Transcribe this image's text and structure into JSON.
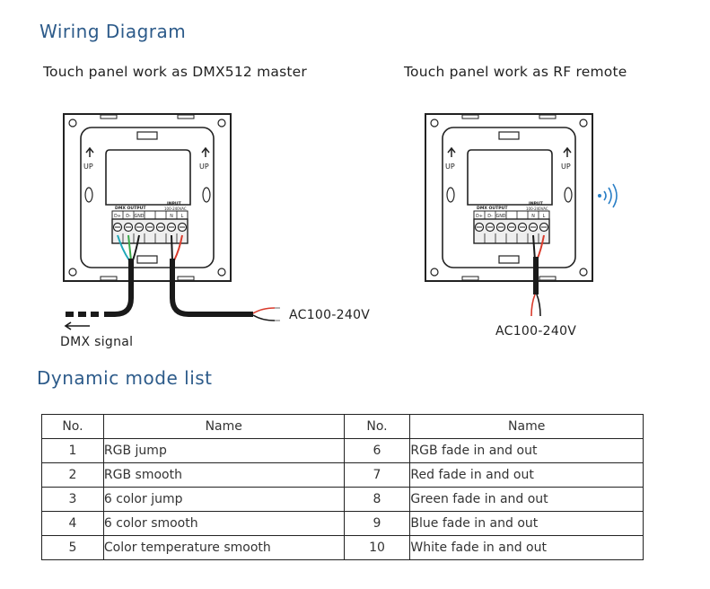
{
  "wiring": {
    "title": "Wiring Diagram",
    "left": {
      "caption": "Touch panel work as DMX512 master",
      "dmx_label": "DMX signal",
      "ac_label": "AC100-240V",
      "output_label": "DMX OUTPUT",
      "input_label": "INPUT",
      "input_voltage": "100-240VAC",
      "terminals": [
        "D+",
        "D-",
        "GND",
        "",
        "",
        "N",
        "L"
      ],
      "up_label": "UP"
    },
    "right": {
      "caption": "Touch panel work as RF remote",
      "ac_label": "AC100-240V",
      "output_label": "DMX OUTPUT",
      "input_label": "INPUT",
      "input_voltage": "100-240VAC",
      "terminals": [
        "D+",
        "D-",
        "GND",
        "",
        "",
        "N",
        "L"
      ],
      "up_label": "UP"
    }
  },
  "modes": {
    "title": "Dynamic mode list",
    "headers": {
      "no": "No.",
      "name": "Name",
      "no2": "No.",
      "name2": "Name"
    },
    "rows": [
      {
        "no": "1",
        "name": "RGB jump",
        "no2": "6",
        "name2": "RGB fade in and out"
      },
      {
        "no": "2",
        "name": "RGB smooth",
        "no2": "7",
        "name2": "Red fade in and out"
      },
      {
        "no": "3",
        "name": "6 color jump",
        "no2": "8",
        "name2": "Green fade in and out"
      },
      {
        "no": "4",
        "name": "6 color smooth",
        "no2": "9",
        "name2": "Blue fade in and out"
      },
      {
        "no": "5",
        "name": "Color temperature smooth",
        "no2": "10",
        "name2": "White fade in and out"
      }
    ]
  },
  "colors": {
    "title_blue": "#2d5b8a",
    "wire_dark": "#1a1a1a",
    "wire_red": "#d93a2b",
    "wire_cyan": "#1fa8b8",
    "wire_green": "#3aa84a",
    "rf_blue": "#2a7fc6"
  }
}
